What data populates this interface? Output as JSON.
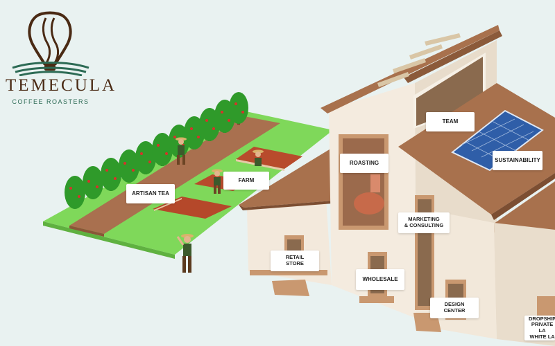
{
  "brand": {
    "name": "TEMECULA",
    "tagline": "COFFEE ROASTERS"
  },
  "labels": {
    "team": "TEAM",
    "sustainability": "SUSTAINABILITY",
    "roasting": "ROASTING",
    "farm": "FARM",
    "artisan_tea": "ARTISAN TEA",
    "marketing": "MARKETING\n& CONSULTING",
    "retail_store": "RETAIL\nSTORE",
    "wholesale": "WHOLESALE",
    "design_center": "DESIGN\nCENTER",
    "dropship": "DROPSHIP\nPRIVATE LA\nWHITE LA"
  },
  "colors": {
    "background": "#e9f2f1",
    "grass": "#7ed957",
    "path": "#a5694a",
    "roof": "#a8714d",
    "wall": "#f1e6d8",
    "brand_brown": "#4a2a14",
    "brand_green": "#2d6b55"
  }
}
